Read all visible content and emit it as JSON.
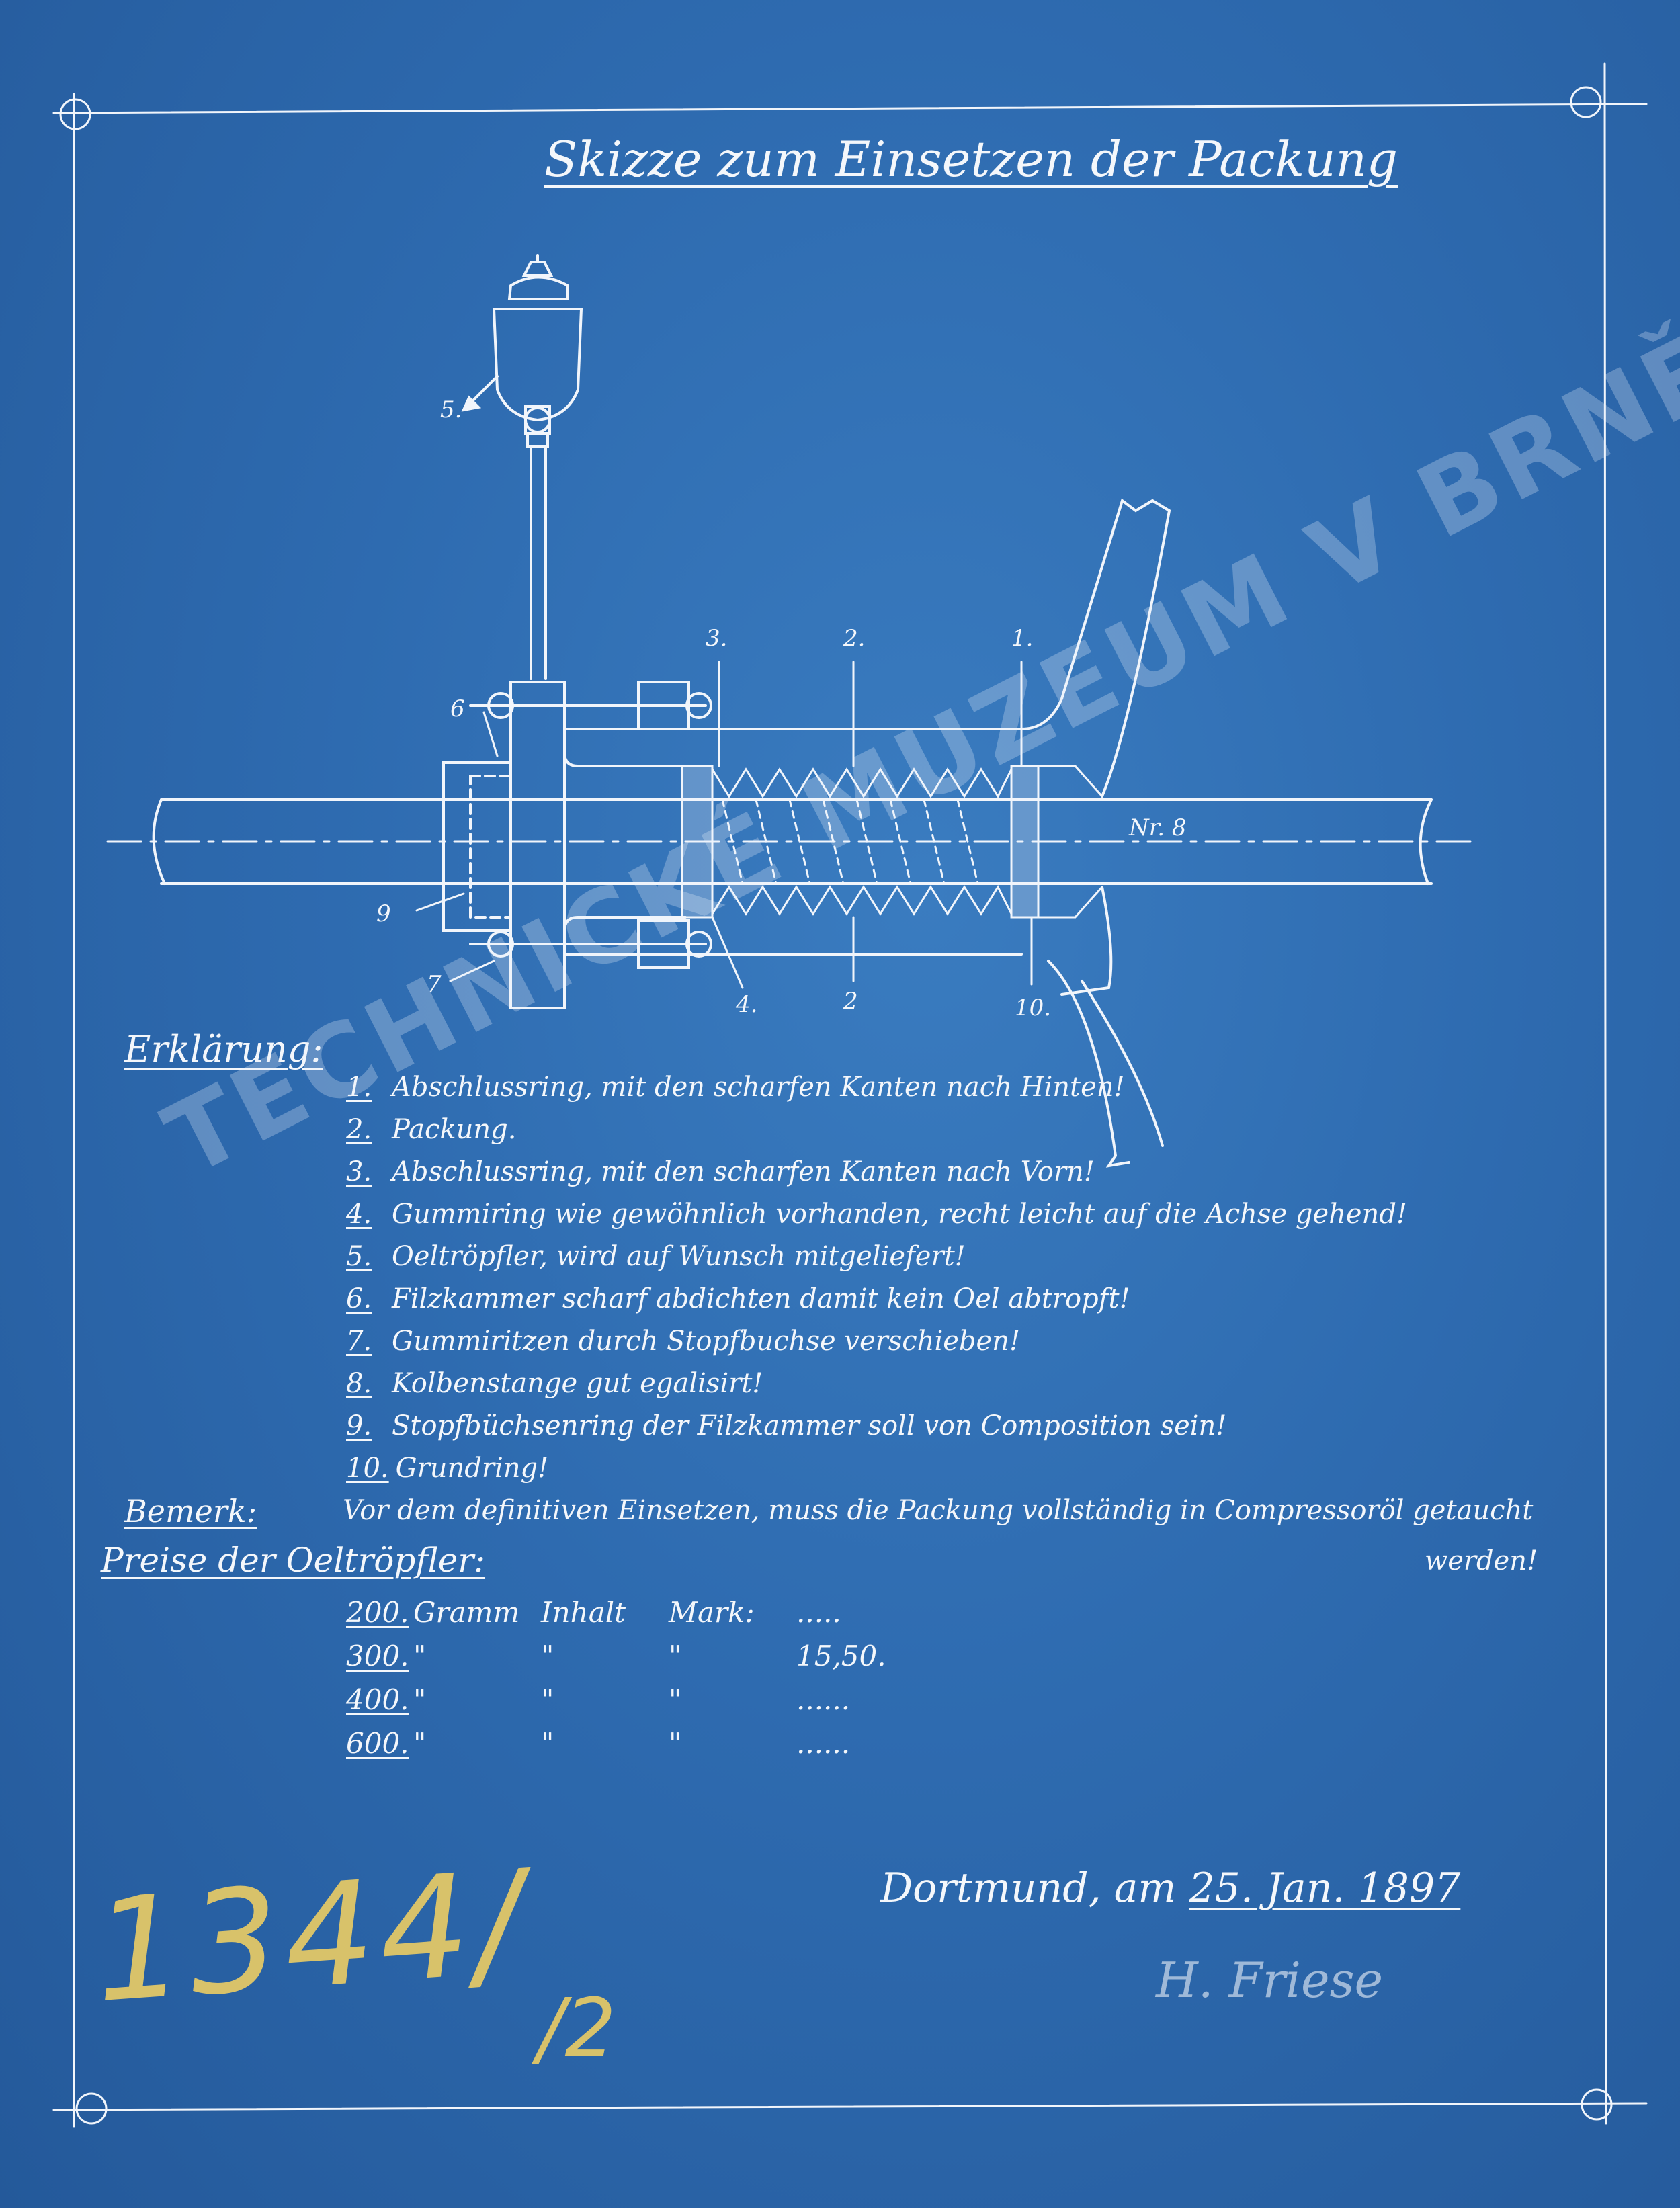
{
  "title": "Skizze zum Einsetzen der Packung",
  "callouts": {
    "c1": "1.",
    "c2_top": "2.",
    "c3": "3.",
    "c2_bottom": "2",
    "c4": "4.",
    "c5": "5.",
    "c6": "6",
    "c7": "7",
    "c8": "Nr. 8",
    "c9": "9",
    "c10": "10."
  },
  "explanation": {
    "heading": "Erklärung:",
    "items": [
      {
        "num": "1.",
        "text": "Abschlussring, mit den scharfen Kanten nach Hinten!"
      },
      {
        "num": "2.",
        "text": "Packung."
      },
      {
        "num": "3.",
        "text": "Abschlussring, mit den scharfen Kanten nach Vorn!"
      },
      {
        "num": "4.",
        "text": "Gummiring wie gewöhnlich vorhanden, recht leicht auf die Achse gehend!"
      },
      {
        "num": "5.",
        "text": "Oeltröpfler, wird auf Wunsch mitgeliefert!"
      },
      {
        "num": "6.",
        "text": "Filzkammer scharf abdichten damit kein Oel abtropft!"
      },
      {
        "num": "7.",
        "text": "Gummiritzen durch Stopfbuchse verschieben!"
      },
      {
        "num": "8.",
        "text": "Kolbenstange gut egalisirt!"
      },
      {
        "num": "9.",
        "text": "Stopfbüchsenring der Filzkammer soll von Composition sein!"
      },
      {
        "num": "10.",
        "text": "Grundring!"
      }
    ]
  },
  "remark": {
    "label": "Bemerk:",
    "text": "Vor dem definitiven Einsetzen, muss die Packung vollständig in Compressoröl getaucht",
    "continuation": "werden!"
  },
  "prices": {
    "heading": "Preise der Oeltröpfler:",
    "rows": [
      {
        "amount": "200.",
        "c1": "Gramm",
        "c2": "Inhalt",
        "c3": "Mark:",
        "value": "....."
      },
      {
        "amount": "300.",
        "c1": "\"",
        "c2": "\"",
        "c3": "\"",
        "value": "15,50."
      },
      {
        "amount": "400.",
        "c1": "\"",
        "c2": "\"",
        "c3": "\"",
        "value": "......"
      },
      {
        "amount": "600.",
        "c1": "\"",
        "c2": "\"",
        "c3": "\"",
        "value": "......"
      }
    ]
  },
  "place": "Dortmund, am",
  "date": "25. Jan. 1897",
  "signature": "H. Friese",
  "archive_number": "1344/",
  "archive_sub": "/2",
  "watermark": "TECHNICKÉ MUZEUM V BRNĚ"
}
